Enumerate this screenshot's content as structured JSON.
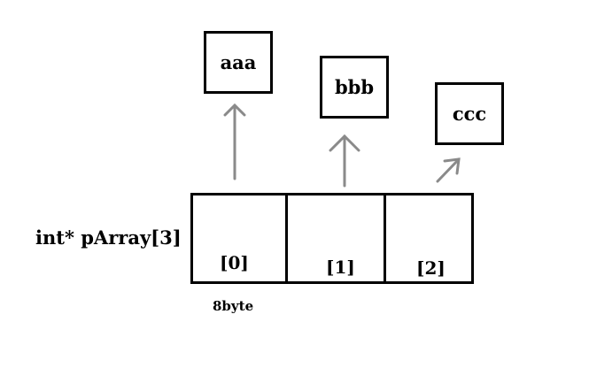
{
  "array": {
    "declaration": "int* pArray[3]",
    "element_size": "8byte",
    "cells": [
      "[0]",
      "[1]",
      "[2]"
    ]
  },
  "targets": [
    "aaa",
    "bbb",
    "ccc"
  ],
  "colors": {
    "arrow": "#8a8a8a",
    "border": "#000000"
  }
}
